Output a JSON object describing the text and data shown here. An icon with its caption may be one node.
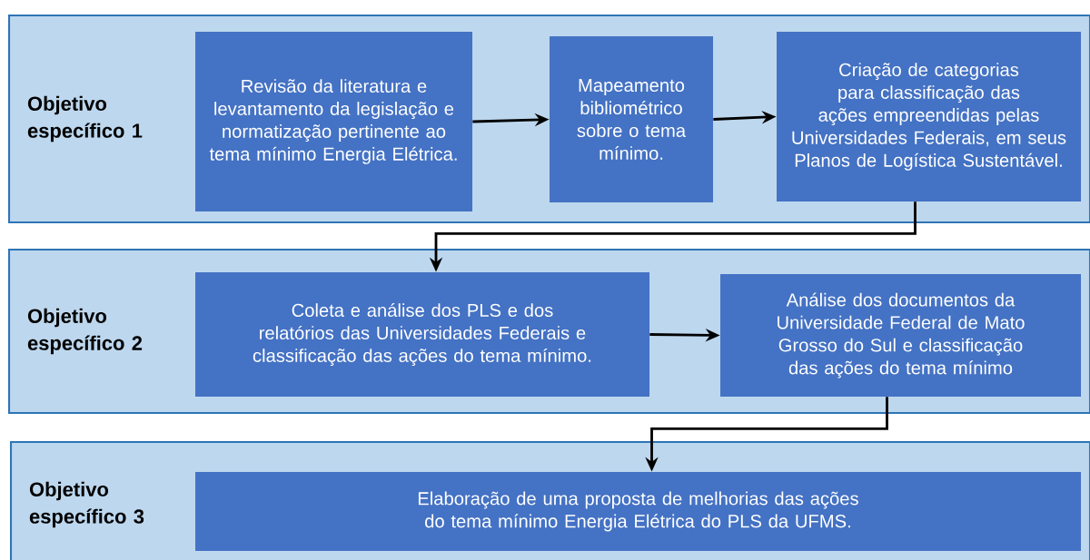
{
  "diagram": {
    "nodes": [
      {
        "text": [
          "Objetivo específico 1"
        ]
      },
      {
        "text": [
          "Revisão da literatura e levantamento da legislação e normatização pertinente ao tema mínimo Energia Elétrica."
        ],
        "in": 0
      },
      {
        "text": [
          "Mapeamento bibliométrico sobre o tema mínimo."
        ],
        "in": 0
      },
      {
        "text": [
          "Criação de categorias para classificação das ações empreendidas pelas Universidades Federais, em seus Planos de Logística Sustentável."
        ],
        "in": 0
      },
      {
        "text": [
          "Objetivo específico 2"
        ]
      },
      {
        "text": [
          "Coleta e análise dos PLS e dos relatórios das Universidades Federais e classificação das ações do tema mínimo."
        ],
        "in": 4
      },
      {
        "text": [
          "Análise dos documentos da Universidade Federal de Mato Grosso do Sul e classificação das ações do tema mínimo"
        ],
        "in": 4
      },
      {
        "text": [
          "Objetivo específico 3"
        ]
      },
      {
        "text": [
          "Elaboração de uma proposta de melhorias das ações do tema mínimo Energia Elétrica do PLS da UFMS."
        ],
        "in": 7
      }
    ],
    "edges": [
      {
        "from": 1,
        "to": 2,
        "arrow": "to"
      },
      {
        "from": 2,
        "to": 3,
        "arrow": "to"
      },
      {
        "from": 3,
        "to": 5,
        "arrow": "to"
      },
      {
        "from": 5,
        "to": 6,
        "arrow": "to"
      },
      {
        "from": 6,
        "to": 8,
        "arrow": "to"
      }
    ]
  }
}
